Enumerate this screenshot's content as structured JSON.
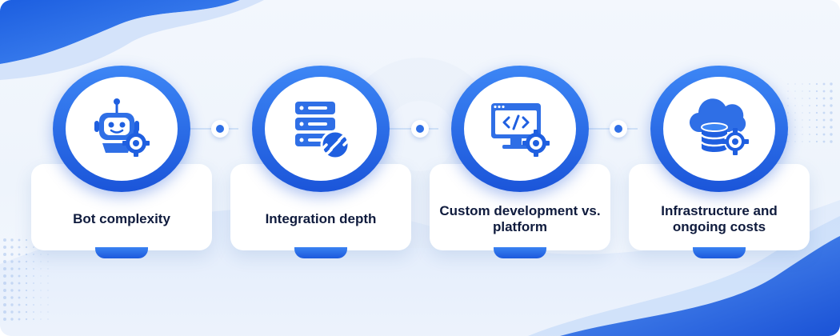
{
  "steps": [
    {
      "label": "Bot complexity",
      "icon": "robot-gear-icon"
    },
    {
      "label": "Integration depth",
      "icon": "server-link-icon"
    },
    {
      "label": "Custom development vs. platform",
      "icon": "monitor-code-gear-icon"
    },
    {
      "label": "Infrastructure and ongoing costs",
      "icon": "cloud-database-gear-icon"
    }
  ],
  "colors": {
    "accent": "#2f6fe6",
    "accent_dark": "#1b55d9",
    "text": "#0f1b3d",
    "background": "#f3f7fd"
  }
}
